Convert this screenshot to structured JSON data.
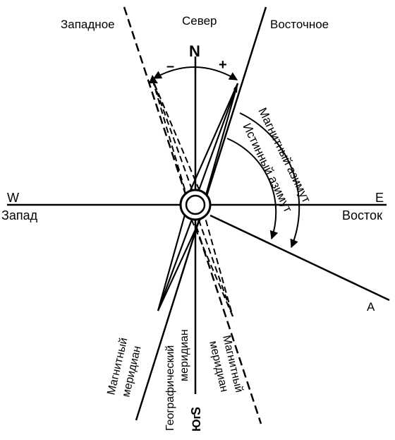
{
  "labels": {
    "north": "Север",
    "north_letter": "N",
    "south": "Юг",
    "south_letter": "S",
    "west": "Запад",
    "west_letter": "W",
    "east": "Восток",
    "east_letter": "E",
    "western": "Западное",
    "eastern": "Восточное",
    "minus": "–",
    "plus": "+",
    "magnetic_azimuth": "Магнитный азимут",
    "true_azimuth": "Истинный азимут",
    "magnetic_meridian_left_1": "Магнитный",
    "magnetic_meridian_left_2": "меридиан",
    "geo_meridian_1": "Географический",
    "geo_meridian_2": "меридиан",
    "magnetic_meridian_right_1": "Магнитный",
    "magnetic_meridian_right_2": "меридиан",
    "point_a": "A"
  },
  "colors": {
    "ink": "#000000",
    "paper": "#ffffff"
  }
}
